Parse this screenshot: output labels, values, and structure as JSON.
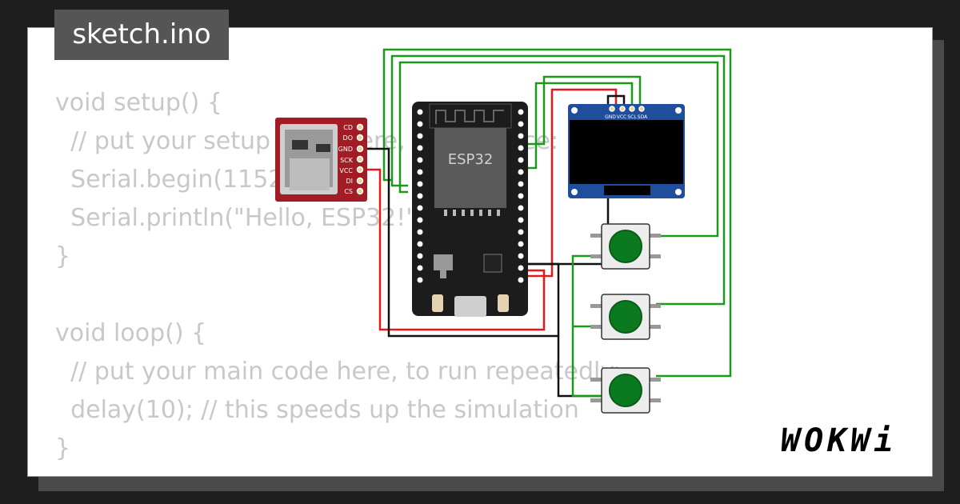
{
  "tab": {
    "filename": "sketch.ino"
  },
  "code": {
    "lines": [
      "void setup() {",
      "  // put your setup code here, to run once:",
      "  Serial.begin(115200);",
      "  Serial.println(\"Hello, ESP32!\");",
      "}",
      "",
      "void loop() {",
      "  // put your main code here, to run repeatedly:",
      "  delay(10); // this speeds up the simulation",
      "}"
    ]
  },
  "circuit": {
    "esp32_label": "ESP32",
    "sd_pins": [
      "CD",
      "DO",
      "GND",
      "SCK",
      "VCC",
      "DI",
      "CS"
    ],
    "oled_pins": [
      "GND",
      "VCC",
      "SCL",
      "SDA"
    ]
  },
  "brand": {
    "logo": "WOKWi"
  },
  "colors": {
    "wire_green": "#1a9a1a",
    "wire_red": "#e81818",
    "wire_black": "#111111",
    "button_cap": "#0b7a1e",
    "sd_board": "#a11c24",
    "oled_board": "#1f4e9c"
  }
}
